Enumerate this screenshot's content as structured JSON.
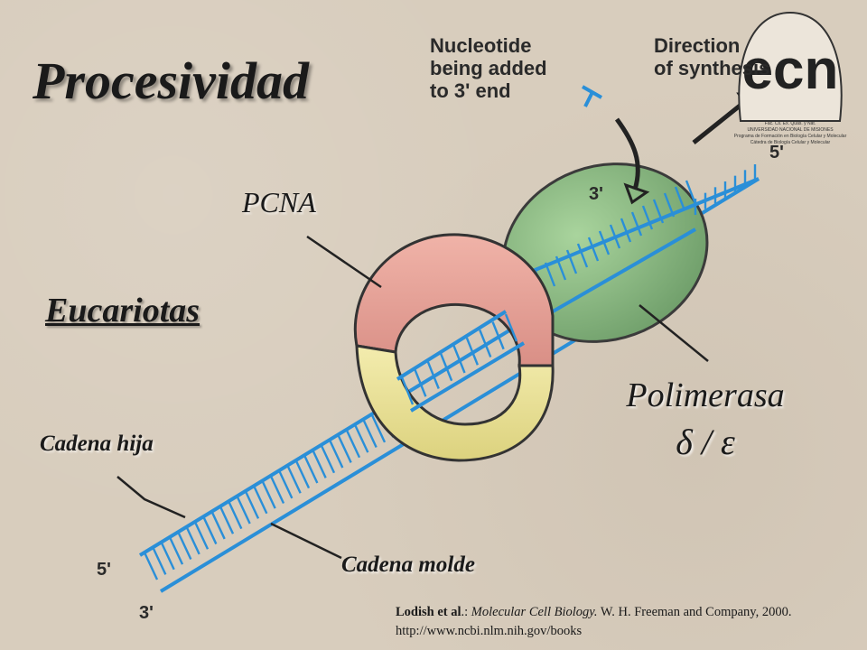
{
  "title": "Procesividad",
  "subtitle": "Eucariotas",
  "labels": {
    "pcna": "PCNA",
    "polimerasa": "Polimerasa",
    "polimerasa_types": "δ / ε",
    "cadena_hija": "Cadena hija",
    "cadena_molde": "Cadena molde"
  },
  "figure_text": {
    "nucleotide_line1": "Nucleotide",
    "nucleotide_line2": "being added",
    "nucleotide_line3": "to 3' end",
    "direction_line1": "Direction",
    "direction_line2": "of synthesis",
    "three_prime_top": "3'",
    "five_prime_right": "5'",
    "five_prime_bottom": "5'",
    "three_prime_bottom": "3'"
  },
  "citation": {
    "authors": "Lodish et al",
    "sep": ".: ",
    "journal": "Molecular Cell Biology.",
    "publisher": " W. H. Freeman and Company, 2000.",
    "url": "http://www.ncbi.nlm.nih.gov/books"
  },
  "logo": {
    "letters": "ecn",
    "line1": "Fac. Cs. Ex. Quas. y Nat.",
    "line2": "UNIVERSIDAD NACIONAL DE MISIONES",
    "line3": "Programa de Formación en Biología Celular y Molecular",
    "line4": "Cátedra de Biología Celular y Molecular"
  },
  "colors": {
    "background": "#d8cdbd",
    "dna_blue": "#2a8fd8",
    "pcna_pink": "#e8a39a",
    "pcna_yellow": "#ece59a",
    "polymerase_green": "#8fbf88"
  }
}
